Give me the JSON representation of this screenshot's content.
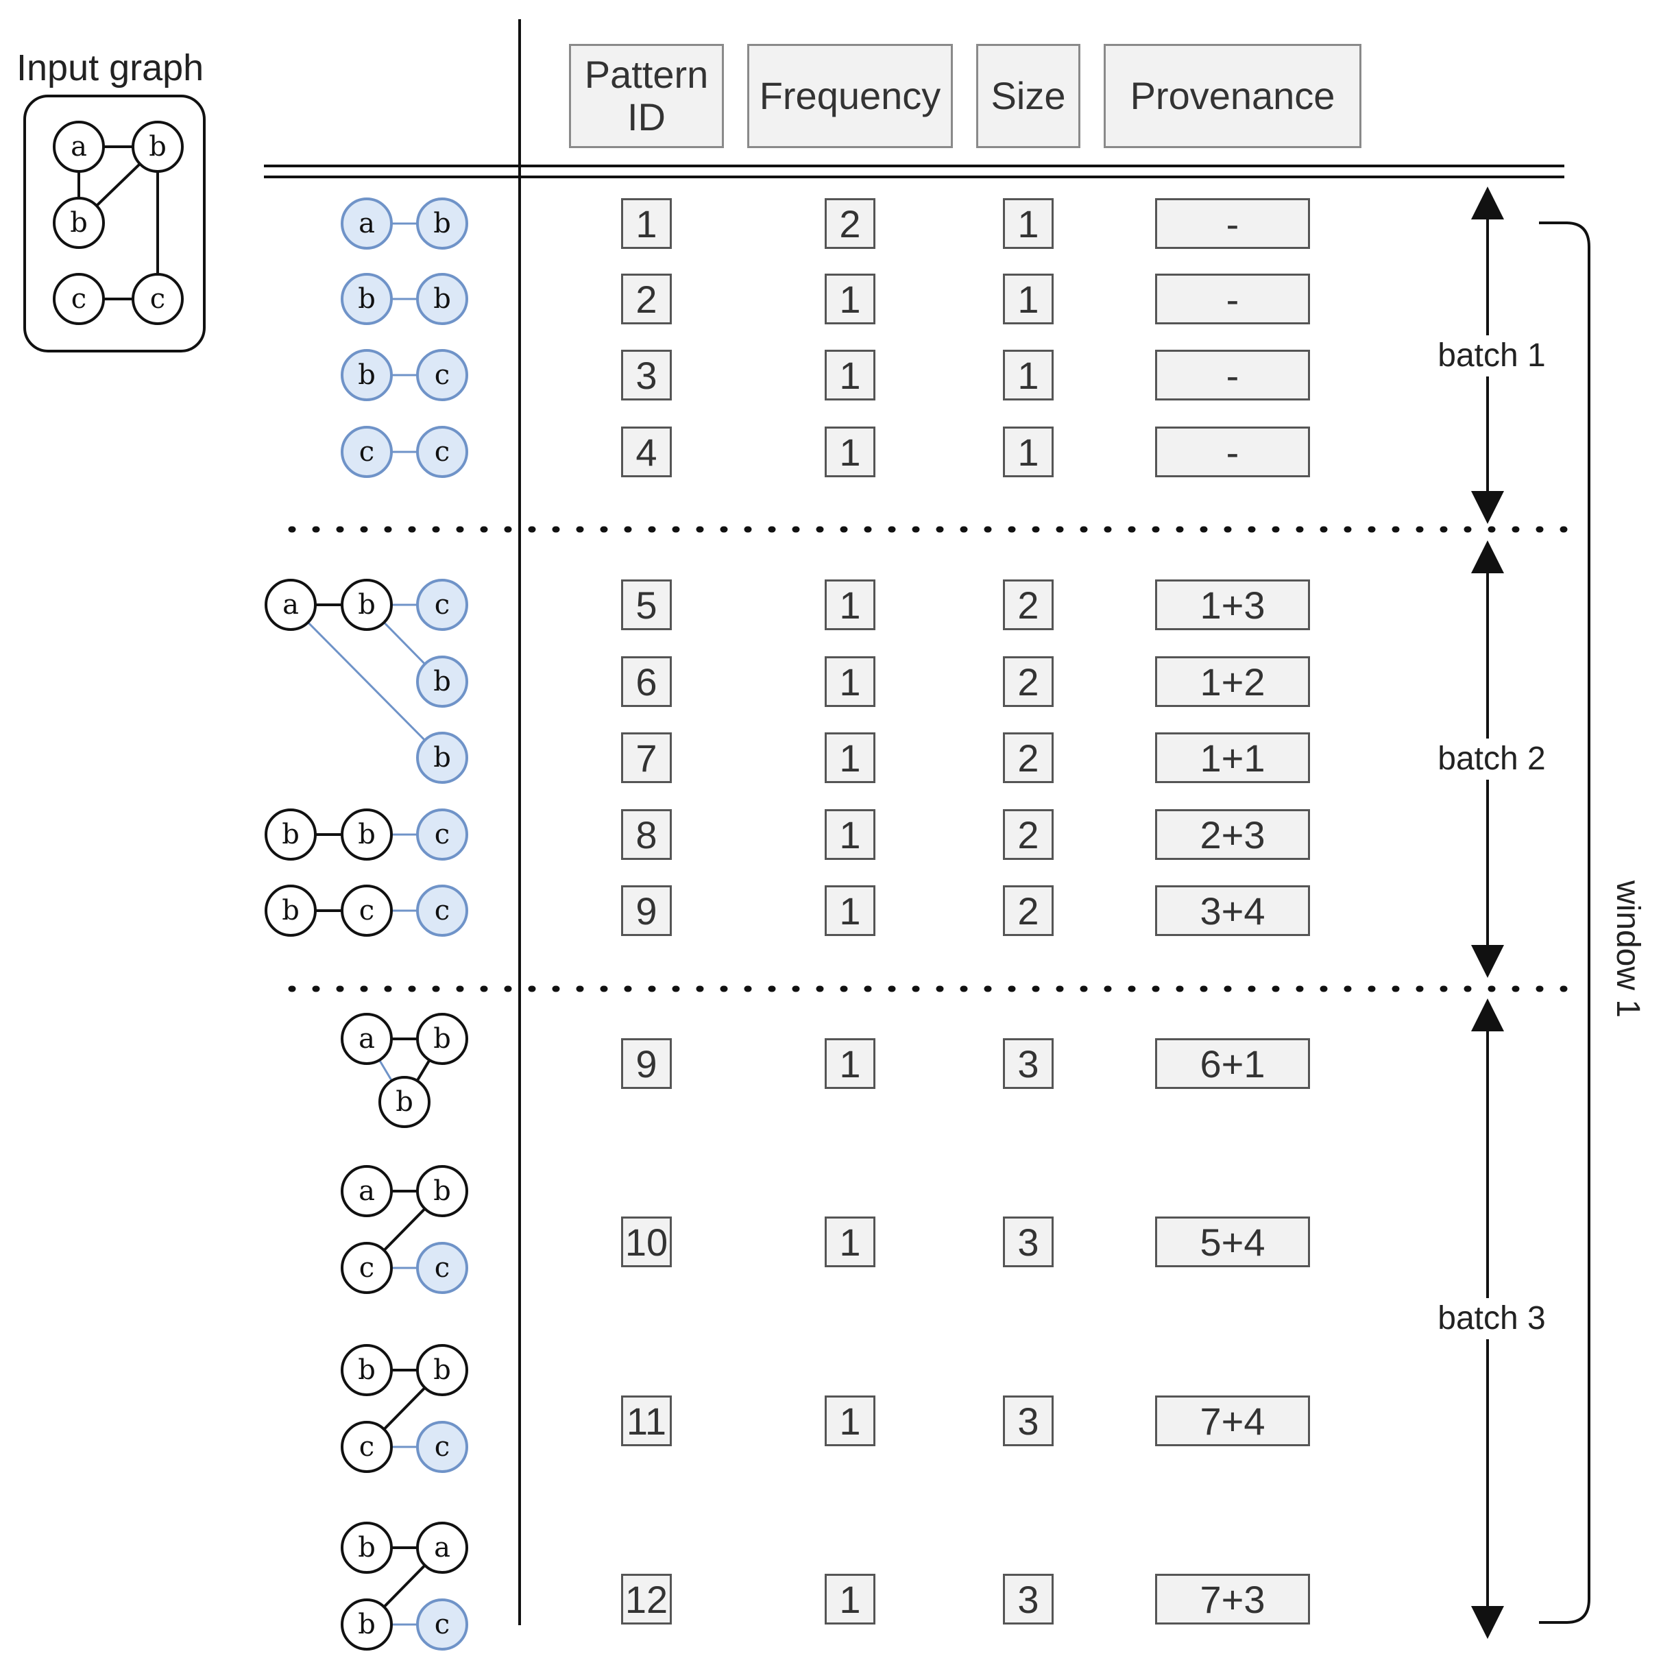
{
  "input_graph": {
    "title": "Input graph",
    "nodes": [
      {
        "id": "ia",
        "label": "a"
      },
      {
        "id": "ib1",
        "label": "b"
      },
      {
        "id": "ib2",
        "label": "b"
      },
      {
        "id": "ic1",
        "label": "c"
      },
      {
        "id": "ic2",
        "label": "c"
      }
    ],
    "edges": [
      [
        "ia",
        "ib1"
      ],
      [
        "ia",
        "ib2"
      ],
      [
        "ib1",
        "ib2"
      ],
      [
        "ib1",
        "ic2"
      ],
      [
        "ic1",
        "ic2"
      ]
    ]
  },
  "table": {
    "headers": [
      {
        "key": "pattern_id",
        "label": "Pattern\nID"
      },
      {
        "key": "frequency",
        "label": "Frequency"
      },
      {
        "key": "size",
        "label": "Size"
      },
      {
        "key": "provenance",
        "label": "Provenance"
      }
    ],
    "rows": [
      {
        "pattern_id": "1",
        "frequency": "2",
        "size": "1",
        "provenance": "-"
      },
      {
        "pattern_id": "2",
        "frequency": "1",
        "size": "1",
        "provenance": "-"
      },
      {
        "pattern_id": "3",
        "frequency": "1",
        "size": "1",
        "provenance": "-"
      },
      {
        "pattern_id": "4",
        "frequency": "1",
        "size": "1",
        "provenance": "-"
      },
      {
        "pattern_id": "5",
        "frequency": "1",
        "size": "2",
        "provenance": "1+3"
      },
      {
        "pattern_id": "6",
        "frequency": "1",
        "size": "2",
        "provenance": "1+2"
      },
      {
        "pattern_id": "7",
        "frequency": "1",
        "size": "2",
        "provenance": "1+1"
      },
      {
        "pattern_id": "8",
        "frequency": "1",
        "size": "2",
        "provenance": "2+3"
      },
      {
        "pattern_id": "9",
        "frequency": "1",
        "size": "2",
        "provenance": "3+4"
      },
      {
        "pattern_id": "9",
        "frequency": "1",
        "size": "3",
        "provenance": "6+1"
      },
      {
        "pattern_id": "10",
        "frequency": "1",
        "size": "3",
        "provenance": "5+4"
      },
      {
        "pattern_id": "11",
        "frequency": "1",
        "size": "3",
        "provenance": "7+4"
      },
      {
        "pattern_id": "12",
        "frequency": "1",
        "size": "3",
        "provenance": "7+3"
      }
    ]
  },
  "batches": [
    {
      "label": "batch 1"
    },
    {
      "label": "batch 2"
    },
    {
      "label": "batch 3"
    }
  ],
  "window": {
    "label": "window 1"
  },
  "patterns": [
    {
      "nodes": [
        {
          "id": "n1",
          "label": "a",
          "new": true
        },
        {
          "id": "n2",
          "label": "b",
          "new": true
        }
      ],
      "edges": [
        {
          "from": "n1",
          "to": "n2",
          "new": true
        }
      ]
    },
    {
      "nodes": [
        {
          "id": "n1",
          "label": "b",
          "new": true
        },
        {
          "id": "n2",
          "label": "b",
          "new": true
        }
      ],
      "edges": [
        {
          "from": "n1",
          "to": "n2",
          "new": true
        }
      ]
    },
    {
      "nodes": [
        {
          "id": "n1",
          "label": "b",
          "new": true
        },
        {
          "id": "n2",
          "label": "c",
          "new": true
        }
      ],
      "edges": [
        {
          "from": "n1",
          "to": "n2",
          "new": true
        }
      ]
    },
    {
      "nodes": [
        {
          "id": "n1",
          "label": "c",
          "new": true
        },
        {
          "id": "n2",
          "label": "c",
          "new": true
        }
      ],
      "edges": [
        {
          "from": "n1",
          "to": "n2",
          "new": true
        }
      ]
    },
    {
      "nodes": [
        {
          "id": "a",
          "label": "a",
          "new": false
        },
        {
          "id": "b",
          "label": "b",
          "new": false
        },
        {
          "id": "c",
          "label": "c",
          "new": true
        },
        {
          "id": "b6",
          "label": "b",
          "new": true
        },
        {
          "id": "b7",
          "label": "b",
          "new": true
        }
      ],
      "edges": [
        {
          "from": "a",
          "to": "b",
          "new": false
        },
        {
          "from": "b",
          "to": "c",
          "new": true
        },
        {
          "from": "b",
          "to": "b6",
          "new": true
        },
        {
          "from": "a",
          "to": "b7",
          "new": true
        }
      ]
    },
    {
      "nodes": [
        {
          "id": "n1",
          "label": "b",
          "new": false
        },
        {
          "id": "n2",
          "label": "b",
          "new": false
        },
        {
          "id": "n3",
          "label": "c",
          "new": true
        }
      ],
      "edges": [
        {
          "from": "n1",
          "to": "n2",
          "new": false
        },
        {
          "from": "n2",
          "to": "n3",
          "new": true
        }
      ]
    },
    {
      "nodes": [
        {
          "id": "n1",
          "label": "b",
          "new": false
        },
        {
          "id": "n2",
          "label": "c",
          "new": false
        },
        {
          "id": "n3",
          "label": "c",
          "new": true
        }
      ],
      "edges": [
        {
          "from": "n1",
          "to": "n2",
          "new": false
        },
        {
          "from": "n2",
          "to": "n3",
          "new": true
        }
      ]
    },
    {
      "nodes": [
        {
          "id": "n1",
          "label": "a",
          "new": false
        },
        {
          "id": "n2",
          "label": "b",
          "new": false
        },
        {
          "id": "n3",
          "label": "b",
          "new": false
        }
      ],
      "edges": [
        {
          "from": "n1",
          "to": "n2",
          "new": false
        },
        {
          "from": "n2",
          "to": "n3",
          "new": false
        },
        {
          "from": "n1",
          "to": "n3",
          "new": true
        }
      ]
    },
    {
      "nodes": [
        {
          "id": "n1",
          "label": "a",
          "new": false
        },
        {
          "id": "n2",
          "label": "b",
          "new": false
        },
        {
          "id": "n3",
          "label": "c",
          "new": false
        },
        {
          "id": "n4",
          "label": "c",
          "new": true
        }
      ],
      "edges": [
        {
          "from": "n1",
          "to": "n2",
          "new": false
        },
        {
          "from": "n2",
          "to": "n3",
          "new": false
        },
        {
          "from": "n3",
          "to": "n4",
          "new": true
        }
      ]
    },
    {
      "nodes": [
        {
          "id": "n1",
          "label": "b",
          "new": false
        },
        {
          "id": "n2",
          "label": "b",
          "new": false
        },
        {
          "id": "n3",
          "label": "c",
          "new": false
        },
        {
          "id": "n4",
          "label": "c",
          "new": true
        }
      ],
      "edges": [
        {
          "from": "n1",
          "to": "n2",
          "new": false
        },
        {
          "from": "n2",
          "to": "n3",
          "new": false
        },
        {
          "from": "n3",
          "to": "n4",
          "new": true
        }
      ]
    },
    {
      "nodes": [
        {
          "id": "n1",
          "label": "b",
          "new": false
        },
        {
          "id": "n2",
          "label": "a",
          "new": false
        },
        {
          "id": "n3",
          "label": "b",
          "new": false
        },
        {
          "id": "n4",
          "label": "c",
          "new": true
        }
      ],
      "edges": [
        {
          "from": "n1",
          "to": "n2",
          "new": false
        },
        {
          "from": "n2",
          "to": "n3",
          "new": false
        },
        {
          "from": "n3",
          "to": "n4",
          "new": true
        }
      ]
    }
  ],
  "colors": {
    "new_node_fill": "#dce8f7",
    "new_element_stroke": "#6f93c8",
    "node_stroke": "#111111",
    "cell_fill": "#f2f2f2",
    "cell_border": "#555555",
    "header_border": "#8a8a8a"
  }
}
